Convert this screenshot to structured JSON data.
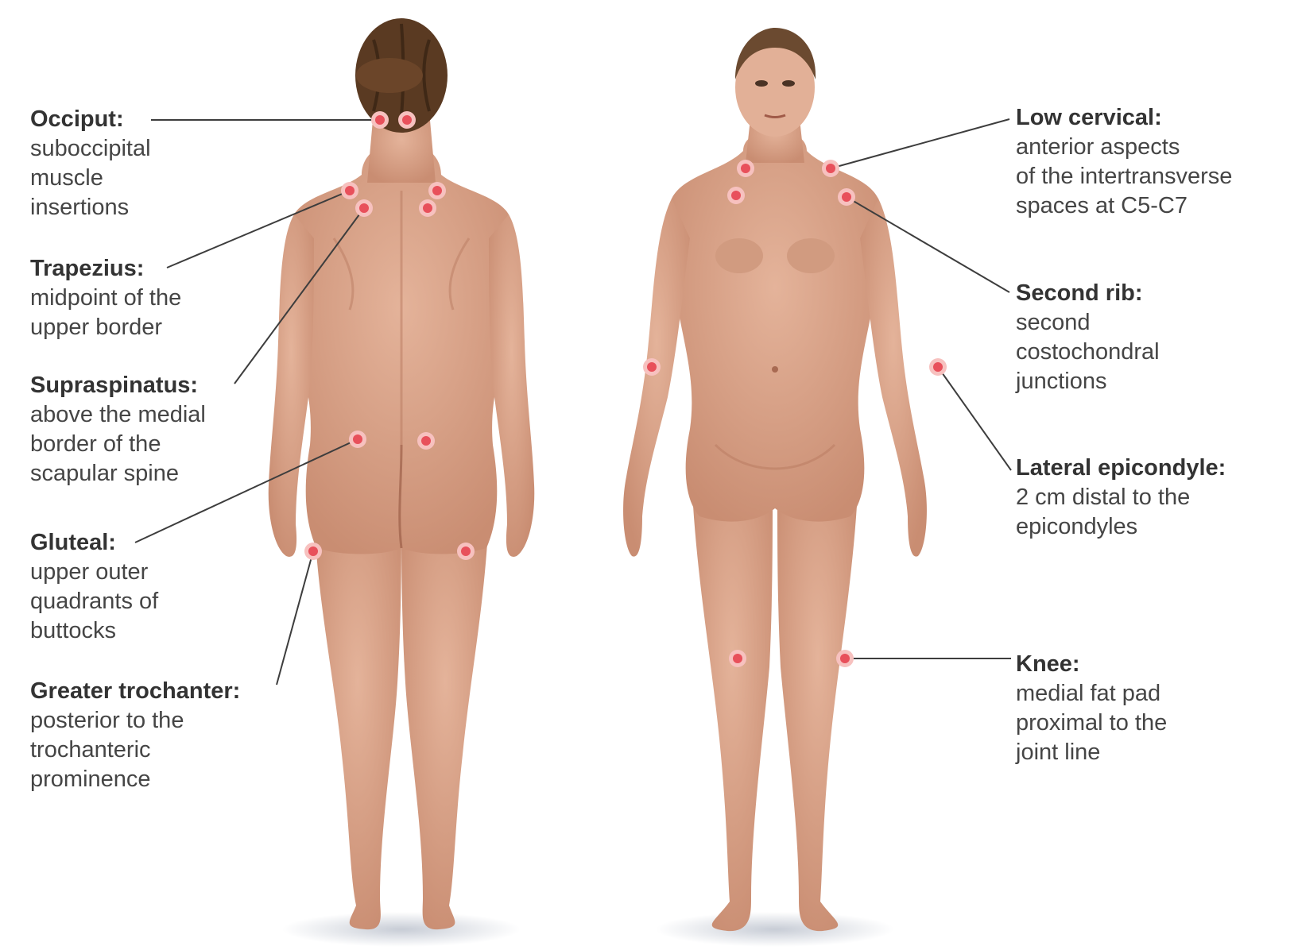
{
  "colors": {
    "skin": "#d9a58c",
    "skin_shadow": "#c4876d",
    "hair": "#5a3a22",
    "point_fill": "#e8505b",
    "point_ring": "#f7c1bf",
    "leader": "#3d3d3d"
  },
  "views": [
    "posterior-figure",
    "anterior-figure"
  ],
  "labels": {
    "occiput": {
      "term": "Occiput:",
      "desc": "suboccipital\nmuscle\ninsertions"
    },
    "trapezius": {
      "term": "Trapezius:",
      "desc": "midpoint of the\nupper border"
    },
    "supraspinatus": {
      "term": "Supraspinatus:",
      "desc": "above the medial\nborder of the\nscapular spine"
    },
    "gluteal": {
      "term": "Gluteal:",
      "desc": "upper outer\nquadrants of\nbuttocks"
    },
    "trochanter": {
      "term": "Greater trochanter:",
      "desc": "posterior to the\ntrochanteric\nprominence"
    },
    "cervical": {
      "term": "Low cervical:",
      "desc": "anterior aspects\nof the intertransverse\nspaces at C5-C7"
    },
    "rib": {
      "term": "Second rib:",
      "desc": "second\ncostochondral\njunctions"
    },
    "epicondyle": {
      "term": "Lateral epicondyle:",
      "desc": "2 cm distal to the\nepicondyles"
    },
    "knee": {
      "term": "Knee:",
      "desc": "medial fat pad\nproximal to the\njoint line"
    }
  }
}
